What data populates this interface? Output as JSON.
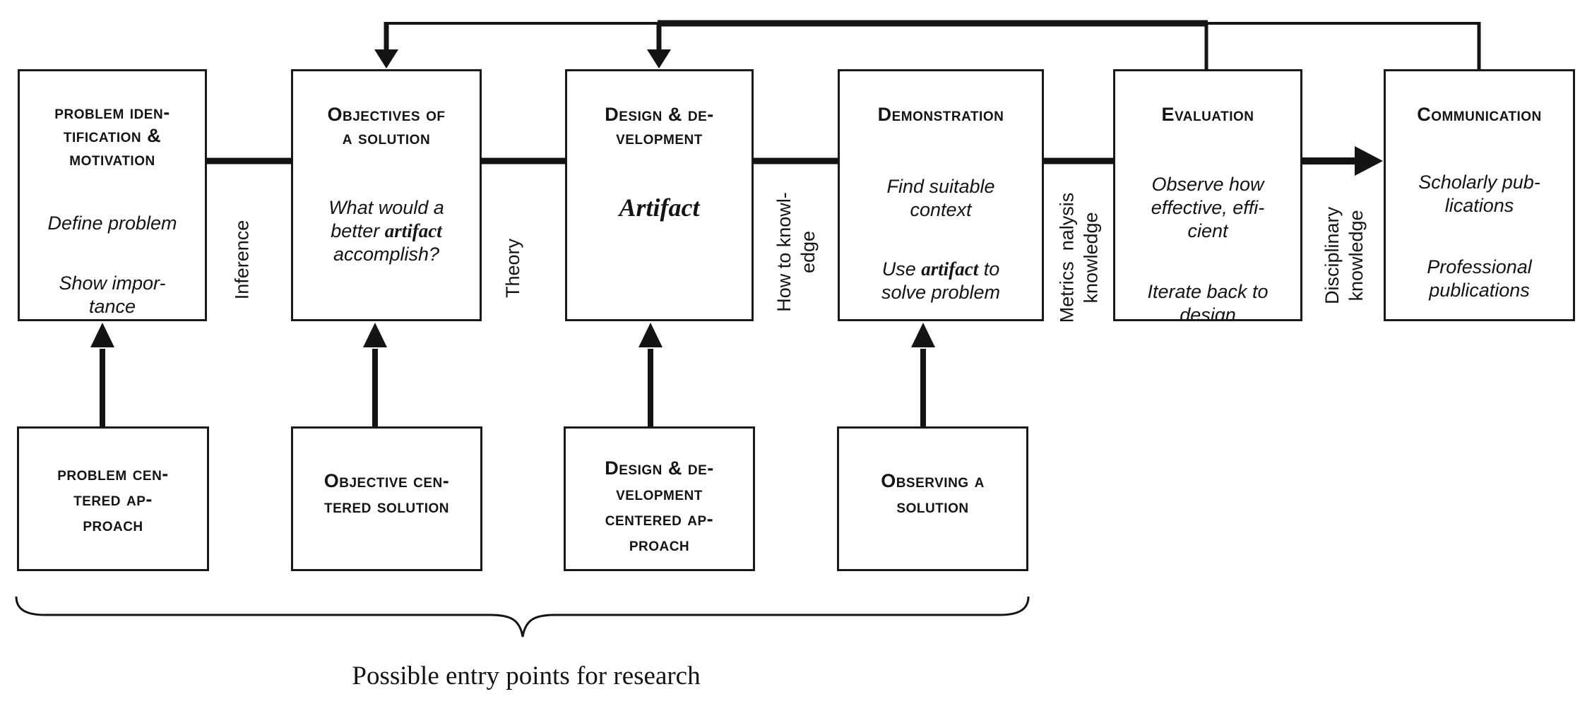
{
  "diagram": {
    "background_color": "#ffffff",
    "line_color": "#141414",
    "caption": "Possible entry points for research",
    "stages": [
      {
        "title": "problem iden-\ntification &\nmotivation",
        "note_1": "Define problem",
        "note_2": "Show impor-\ntance"
      },
      {
        "title": "Objectives of\na solution",
        "note_pre": "What would a\nbetter ",
        "note_emph": "artifact",
        "note_post": "\naccomplish?"
      },
      {
        "title": "Design & de-\nvelopment",
        "artifact": "Artifact"
      },
      {
        "title": "Demonstration",
        "note_1": "Find suitable\ncontext",
        "note_2_pre": "Use ",
        "note_2_emph": "artifact",
        "note_2_post": " to\nsolve problem"
      },
      {
        "title": "Evaluation",
        "note_1": "Observe how\neffective, effi-\ncient",
        "note_2": "Iterate back to\ndesign"
      },
      {
        "title": "Communication",
        "note_1": "Scholarly pub-\nlications",
        "note_2": "Professional\npublications"
      }
    ],
    "knowledge_labels": [
      "Inference",
      "Theory",
      "How to knowl-\nedge",
      "Metrics  nalysis\nknowledge",
      "Disciplinary\nknowledge"
    ],
    "entry_points": [
      "problem cen-\ntered ap-\nproach",
      "Objective cen-\ntered solution",
      "Design & de-\nvelopment\ncentered ap-\nproach",
      "Observing a\nsolution"
    ]
  }
}
